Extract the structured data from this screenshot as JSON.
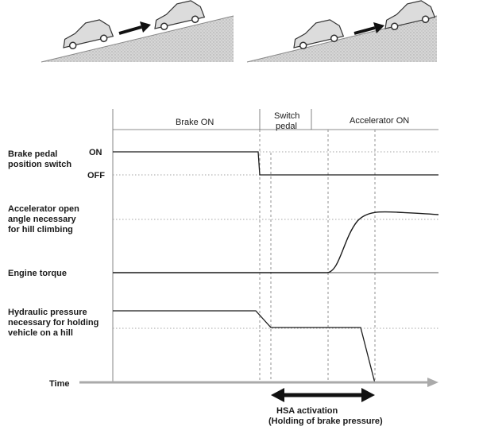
{
  "phases": {
    "brake_on": "Brake ON",
    "switch_pedal_line1": "Switch",
    "switch_pedal_line2": "pedal",
    "accelerator_on": "Accelerator ON"
  },
  "rows": {
    "brake_switch_line1": "Brake pedal",
    "brake_switch_line2": "position switch",
    "on_label": "ON",
    "off_label": "OFF",
    "accel_line1": "Accelerator open",
    "accel_line2": "angle necessary",
    "accel_line3": "for hill climbing",
    "engine_torque": "Engine torque",
    "hydraulic_line1": "Hydraulic pressure",
    "hydraulic_line2": "necessary for holding",
    "hydraulic_line3": "vehicle on a hill"
  },
  "time_axis_label": "Time",
  "hsa": {
    "line1": "HSA activation",
    "line2": "(Holding of brake pressure)"
  },
  "colors": {
    "ink": "#1a1a1a",
    "grid": "#999999",
    "hill": "#c8c8c8"
  }
}
